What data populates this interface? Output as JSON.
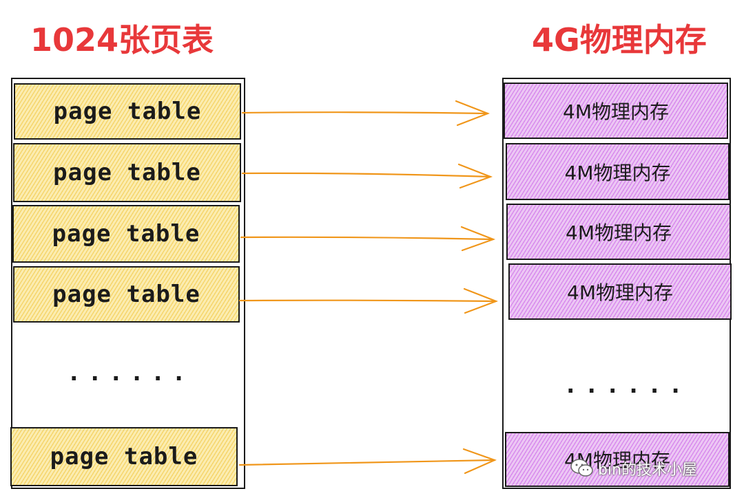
{
  "titles": {
    "left": "1024张页表",
    "right": "4G物理内存"
  },
  "colors": {
    "title": "#e8383a",
    "page_table_fill": "#fbecb0",
    "memory_fill": "#ecc6f4",
    "arrow": "#f0961a",
    "border": "#1a1a1a"
  },
  "page_tables": [
    "page table",
    "page table",
    "page table",
    "page table",
    "page table"
  ],
  "memory_blocks": [
    "4M物理内存",
    "4M物理内存",
    "4M物理内存",
    "4M物理内存",
    "4M物理内存"
  ],
  "ellipsis_left": "......",
  "ellipsis_right": "......",
  "watermark": {
    "icon": "wechat-icon",
    "text": "bin的技术小屋"
  }
}
